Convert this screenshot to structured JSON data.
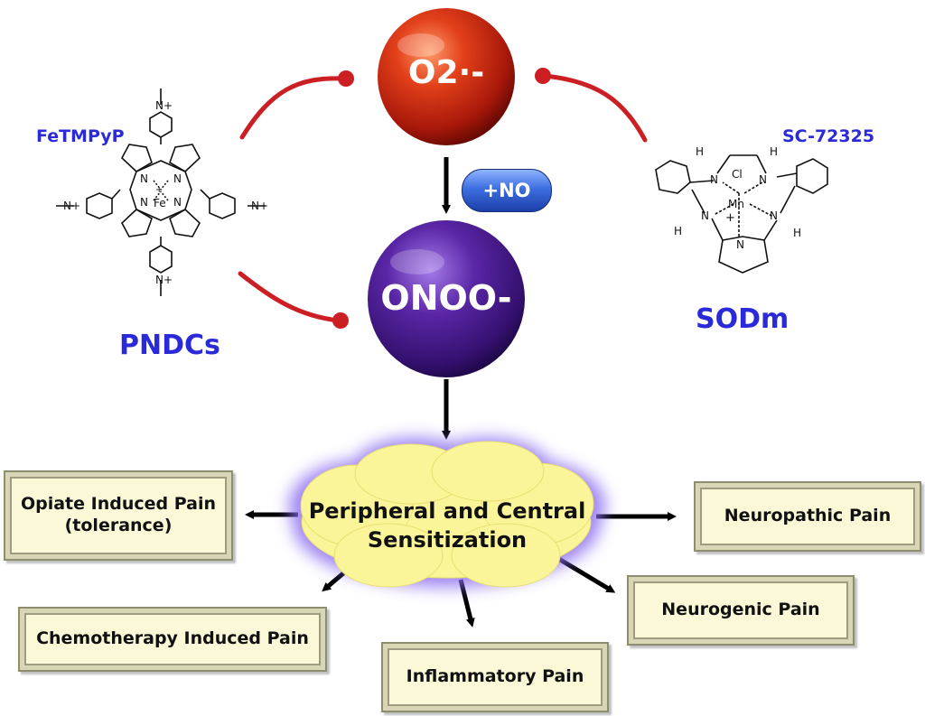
{
  "species": {
    "superoxide": "O2·-",
    "peroxynitrite": "ONOO-"
  },
  "pill_label": "+NO",
  "left_compound": {
    "name": "FeTMPyP",
    "class_label": "PNDCs",
    "atoms": {
      "metal": "Fe",
      "charge": "+",
      "n": "N",
      "methyl_pyridinium": "N+"
    }
  },
  "right_compound": {
    "name": "SC-72325",
    "class_label": "SODm",
    "atoms": {
      "metal": "Mn",
      "ligand": "Cl",
      "charge": "+",
      "n": "N",
      "h": "H"
    }
  },
  "center": {
    "line1": "Peripheral and Central",
    "line2": "Sensitization"
  },
  "outcomes": {
    "opiate_line1": "Opiate Induced Pain",
    "opiate_line2": "(tolerance)",
    "neuropathic": "Neuropathic Pain",
    "chemotherapy": "Chemotherapy Induced Pain",
    "inflammatory": "Inflammatory Pain",
    "neurogenic": "Neurogenic Pain"
  },
  "colors": {
    "superoxide_sphere": "#c8280c",
    "peroxynitrite_sphere": "#4a1a8a",
    "inhibition_line": "#cc1f24",
    "compound_label": "#2a2ad8",
    "cloud_fill": "#fbf59a",
    "cloud_glow": "#8b6cf0",
    "box_fill": "#fbf8d8"
  }
}
